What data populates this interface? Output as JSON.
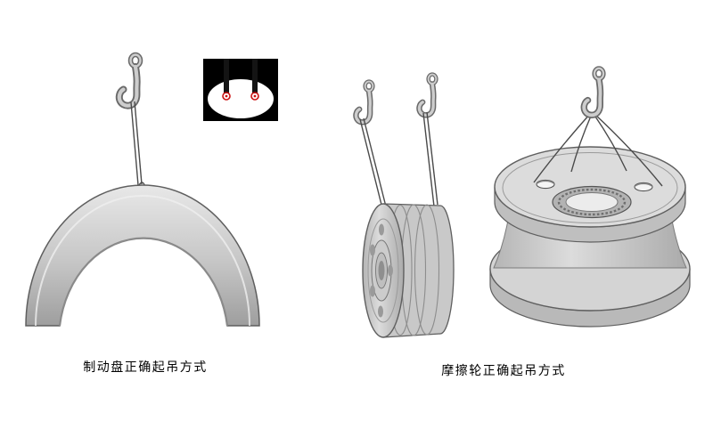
{
  "captions": {
    "brake_disc": "制动盘正确起吊方式",
    "friction_wheel": "摩擦轮正确起吊方式"
  },
  "icons": {
    "crane_hook": "crane-hook-icon",
    "lift_point_marker": "lift-point-marker"
  },
  "colors": {
    "paper": "#ffffff",
    "metal_light": "#dedede",
    "metal_mid": "#c9c9c9",
    "metal_dark": "#a9a9a9",
    "edge": "#5f5f5f",
    "rope": "#4a4a4a",
    "inset_bg": "#000000",
    "inset_fg": "#ffffff",
    "accent_red": "#cc1111"
  }
}
